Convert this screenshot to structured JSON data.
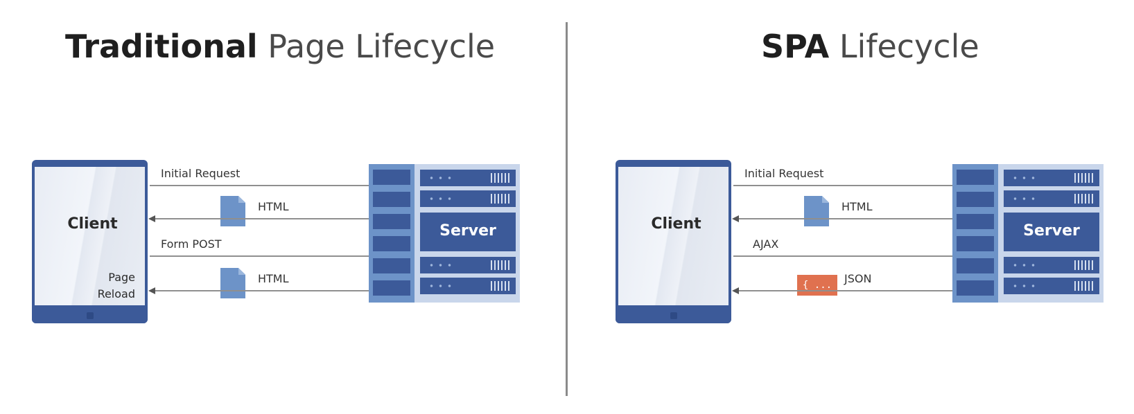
{
  "left": {
    "title_bold": "Traditional",
    "title_light": "Page Lifecycle",
    "client_label": "Client",
    "reload_line1": "Page",
    "reload_line2": "Reload",
    "server_label": "Server",
    "arrows": [
      {
        "label": "Initial Request",
        "direction": "to-server"
      },
      {
        "label": "HTML",
        "direction": "to-client",
        "icon": "document-icon"
      },
      {
        "label": "Form POST",
        "direction": "to-server"
      },
      {
        "label": "HTML",
        "direction": "to-client",
        "icon": "document-icon"
      }
    ]
  },
  "right": {
    "title_bold": "SPA",
    "title_light": "Lifecycle",
    "client_label": "Client",
    "server_label": "Server",
    "arrows": [
      {
        "label": "Initial Request",
        "direction": "to-server"
      },
      {
        "label": "HTML",
        "direction": "to-client",
        "icon": "document-icon"
      },
      {
        "label": "AJAX",
        "direction": "to-server"
      },
      {
        "label": "JSON",
        "direction": "to-client",
        "icon": "json-icon",
        "icon_text": "{ ... }"
      }
    ]
  },
  "colors": {
    "client_frame": "#3c5a99",
    "server": "#3c5a99",
    "document": "#6d93c8",
    "json_badge": "#e0714f"
  }
}
